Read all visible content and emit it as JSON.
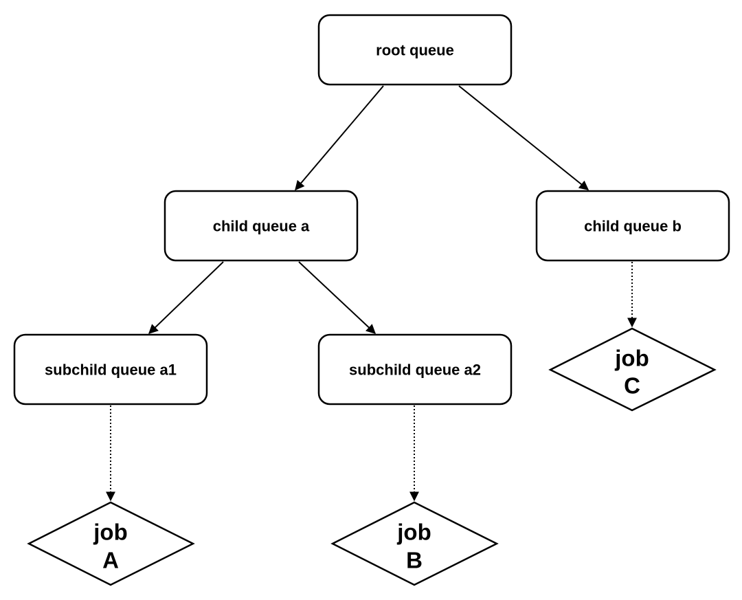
{
  "colors": {
    "stroke": "#000000",
    "background": "#ffffff",
    "text": "#000000"
  },
  "queues": {
    "root": "root queue",
    "child_a": "child queue a",
    "child_b": "child queue b",
    "subchild_a1": "subchild queue a1",
    "subchild_a2": "subchild queue a2"
  },
  "jobs": {
    "job_a": {
      "line1": "job",
      "line2": "A"
    },
    "job_b": {
      "line1": "job",
      "line2": "B"
    },
    "job_c": {
      "line1": "job",
      "line2": "C"
    }
  },
  "edges": [
    {
      "from": "root queue",
      "to": "child queue a",
      "style": "solid"
    },
    {
      "from": "root queue",
      "to": "child queue b",
      "style": "solid"
    },
    {
      "from": "child queue a",
      "to": "subchild queue a1",
      "style": "solid"
    },
    {
      "from": "child queue a",
      "to": "subchild queue a2",
      "style": "solid"
    },
    {
      "from": "subchild queue a1",
      "to": "job A",
      "style": "dotted"
    },
    {
      "from": "subchild queue a2",
      "to": "job B",
      "style": "dotted"
    },
    {
      "from": "child queue b",
      "to": "job C",
      "style": "dotted"
    }
  ]
}
